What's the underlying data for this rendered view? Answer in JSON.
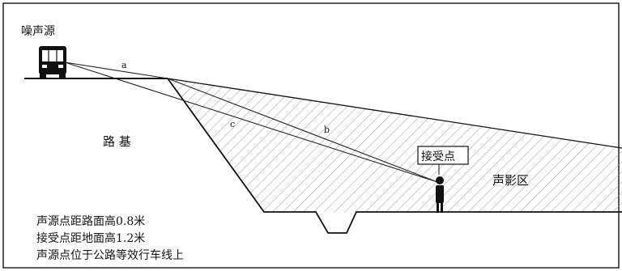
{
  "labels": {
    "noise_source": "噪声源",
    "roadbed": "路 基",
    "receiver": "接受点",
    "shadow_zone": "声影区",
    "ray_a": "a",
    "ray_b": "b",
    "ray_c": "c"
  },
  "notes": [
    "声源点距路面高0.8米",
    "接受点距地面高1.2米",
    "声源点位于公路等效行车线上"
  ]
}
